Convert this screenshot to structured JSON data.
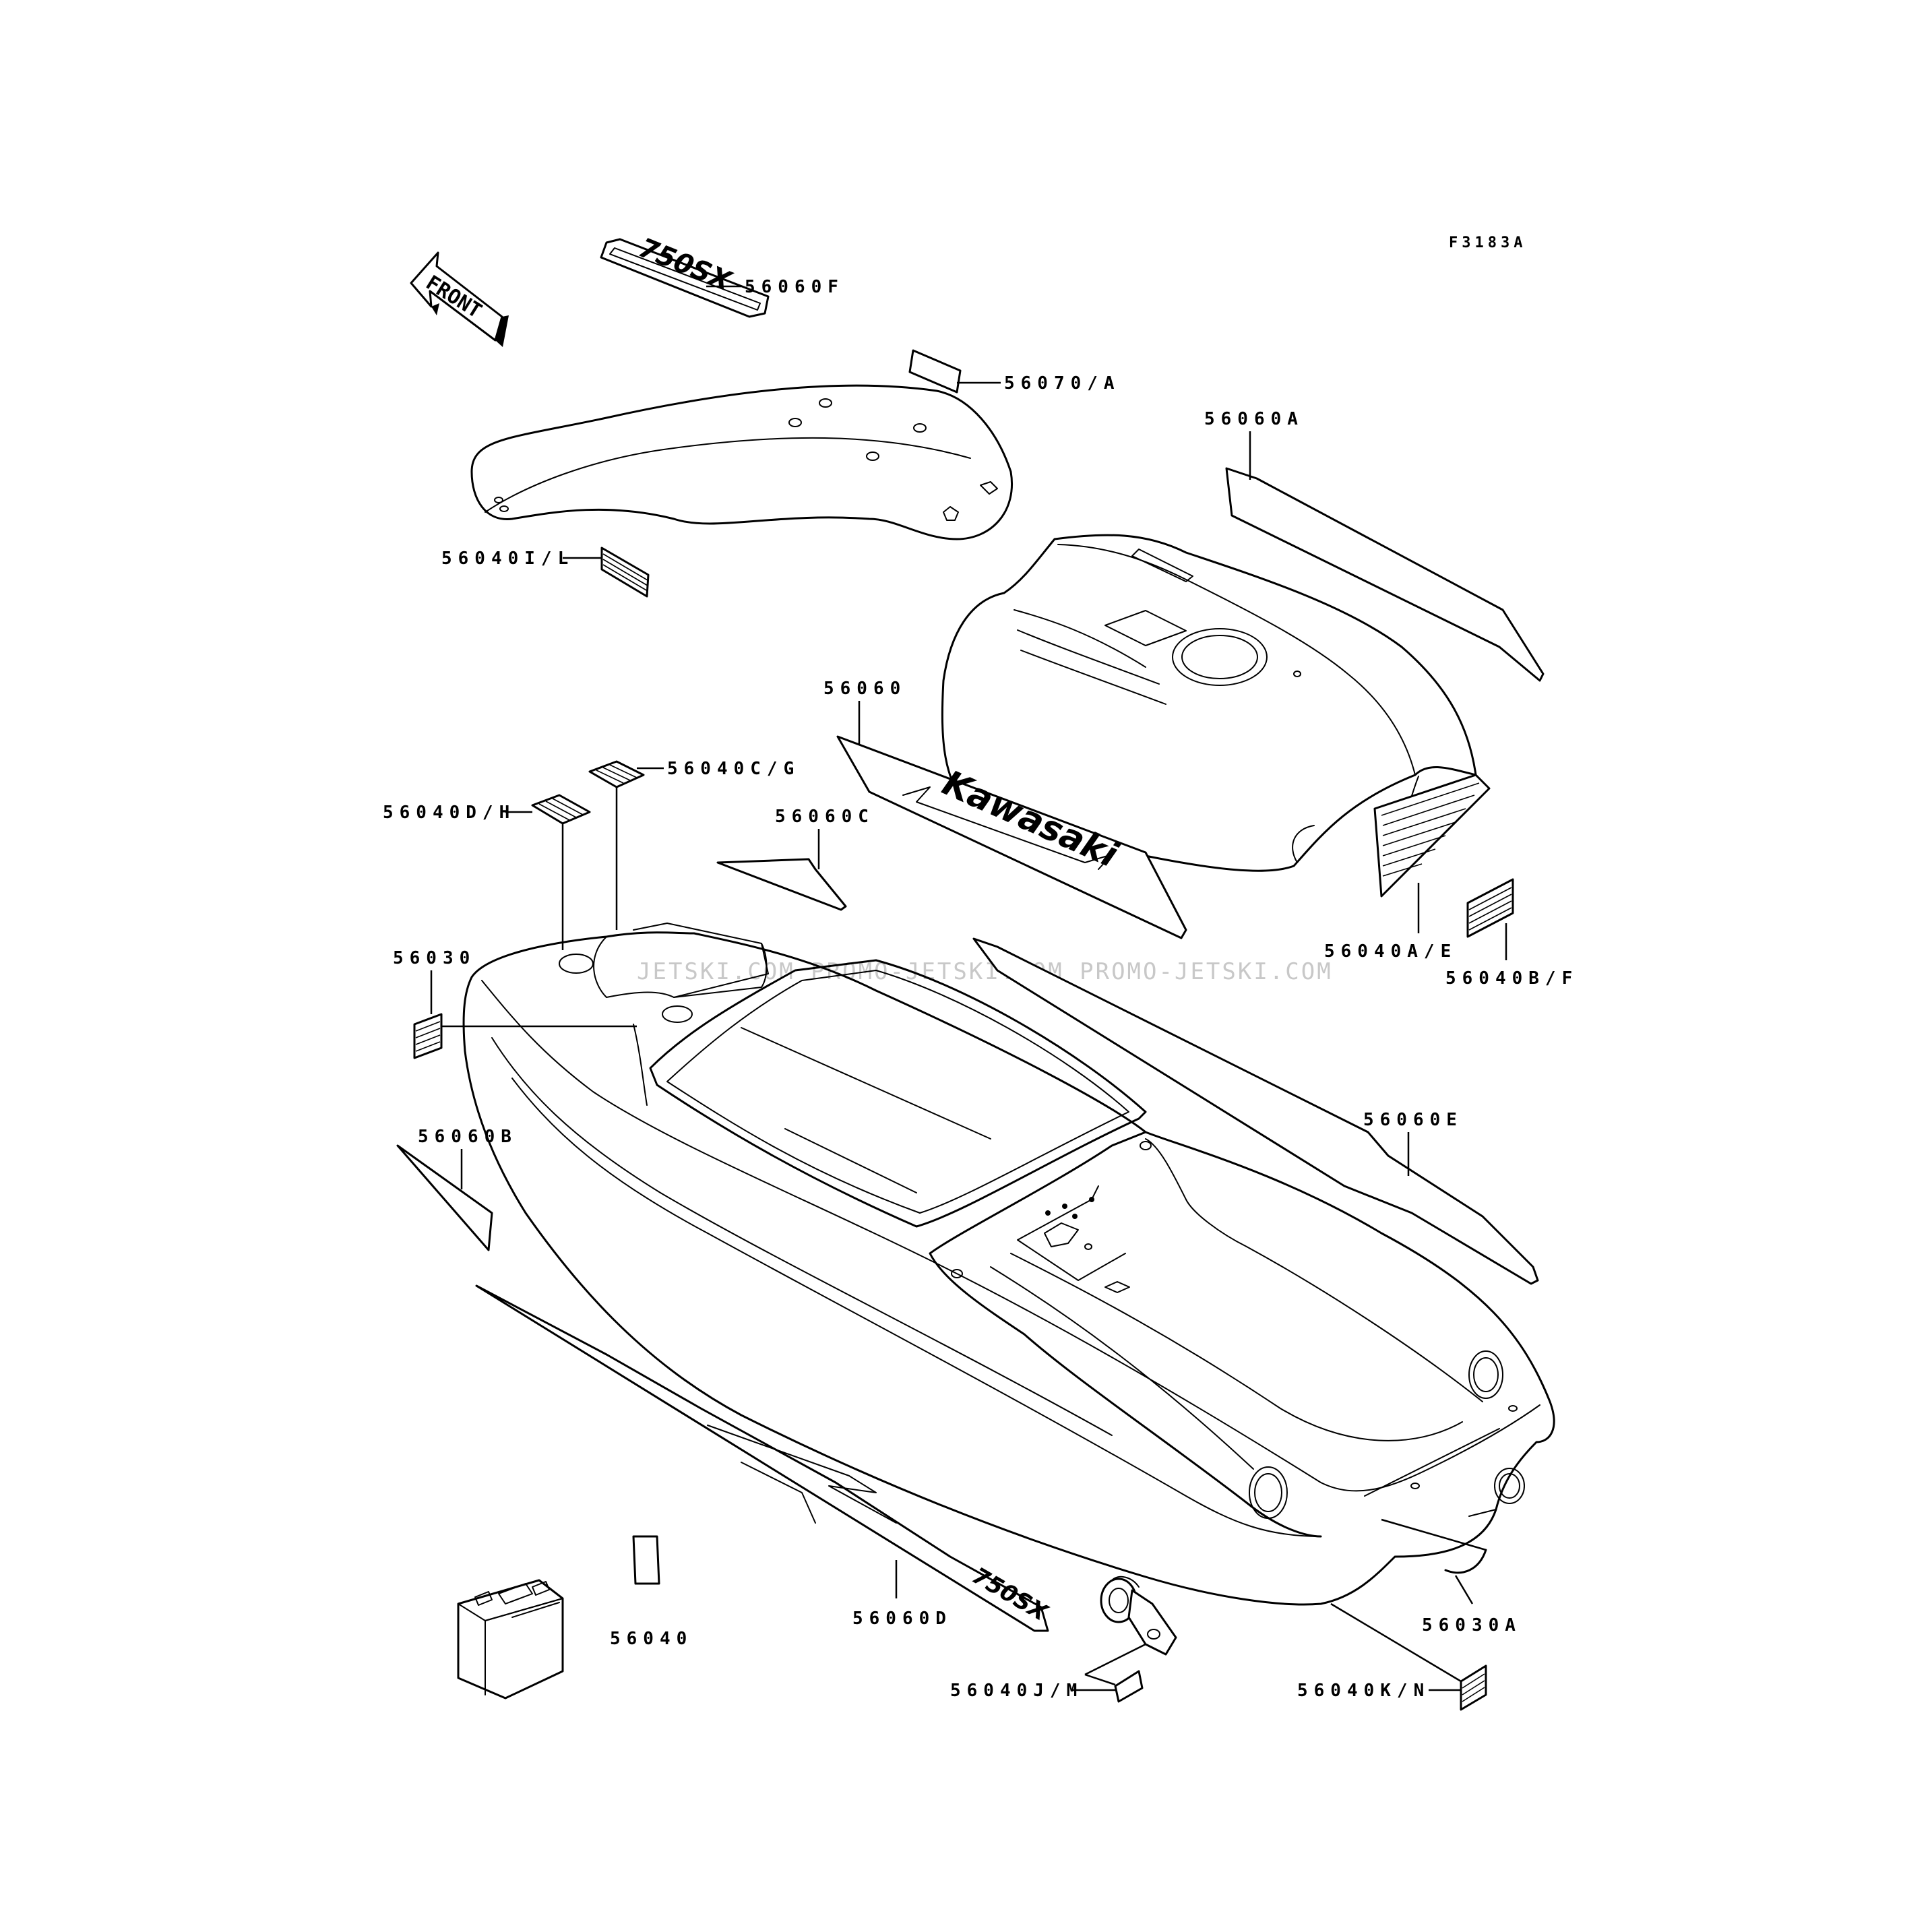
{
  "figure_code": "F3183A",
  "watermark": "JETSKI.COM   PROMO-JETSKI.COM   PROMO-JETSKI.COM",
  "front_arrow_text": "FRONT",
  "decal_texts": {
    "model": "750SX",
    "brand": "Kawasaki"
  },
  "labels": {
    "p56060F": "56060F",
    "p56070A": "56070/A",
    "p56060A": "56060A",
    "p56040IL": "56040I/L",
    "p56060": "56060",
    "p56040CG": "56040C/G",
    "p56040DH": "56040D/H",
    "p56060C": "56060C",
    "p56030": "56030",
    "p56040AE": "56040A/E",
    "p56040BF": "56040B/F",
    "p56060E": "56060E",
    "p56060B": "56060B",
    "p56040": "56040",
    "p56060D": "56060D",
    "p56040JM": "56040J/M",
    "p56030A": "56030A",
    "p56040KN": "56040K/N"
  }
}
